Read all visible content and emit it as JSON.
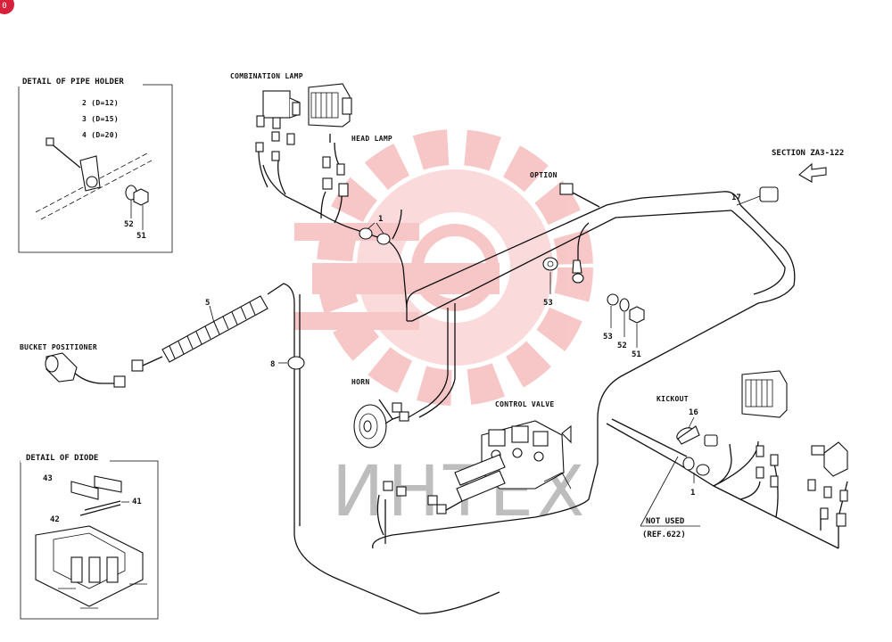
{
  "badge": "0",
  "watermark": "ИНТЕХ",
  "details": {
    "pipe_holder_title": "DETAIL OF PIPE HOLDER",
    "pipe_holder_sizes": [
      "2 (D=12)",
      "3 (D=15)",
      "4 (D=20)"
    ],
    "diode_title": "DETAIL OF DIODE"
  },
  "labels": {
    "combination_lamp": "COMBINATION LAMP",
    "head_lamp": "HEAD LAMP",
    "option": "OPTION",
    "section": "SECTION ZA3-122",
    "bucket_positioner": "BUCKET POSITIONER",
    "horn": "HORN",
    "control_valve": "CONTROL VALVE",
    "kickout": "KICKOUT",
    "not_used": "NOT USED",
    "ref": "(REF.622)"
  },
  "parts": {
    "p1a": "1",
    "p1b": "1",
    "p5": "5",
    "p8": "8",
    "p16": "16",
    "p17": "17",
    "p41": "41",
    "p42": "42",
    "p43": "43",
    "p51a": "51",
    "p52a": "52",
    "p51b": "51",
    "p52b": "52",
    "p53a": "53",
    "p53b": "53"
  }
}
